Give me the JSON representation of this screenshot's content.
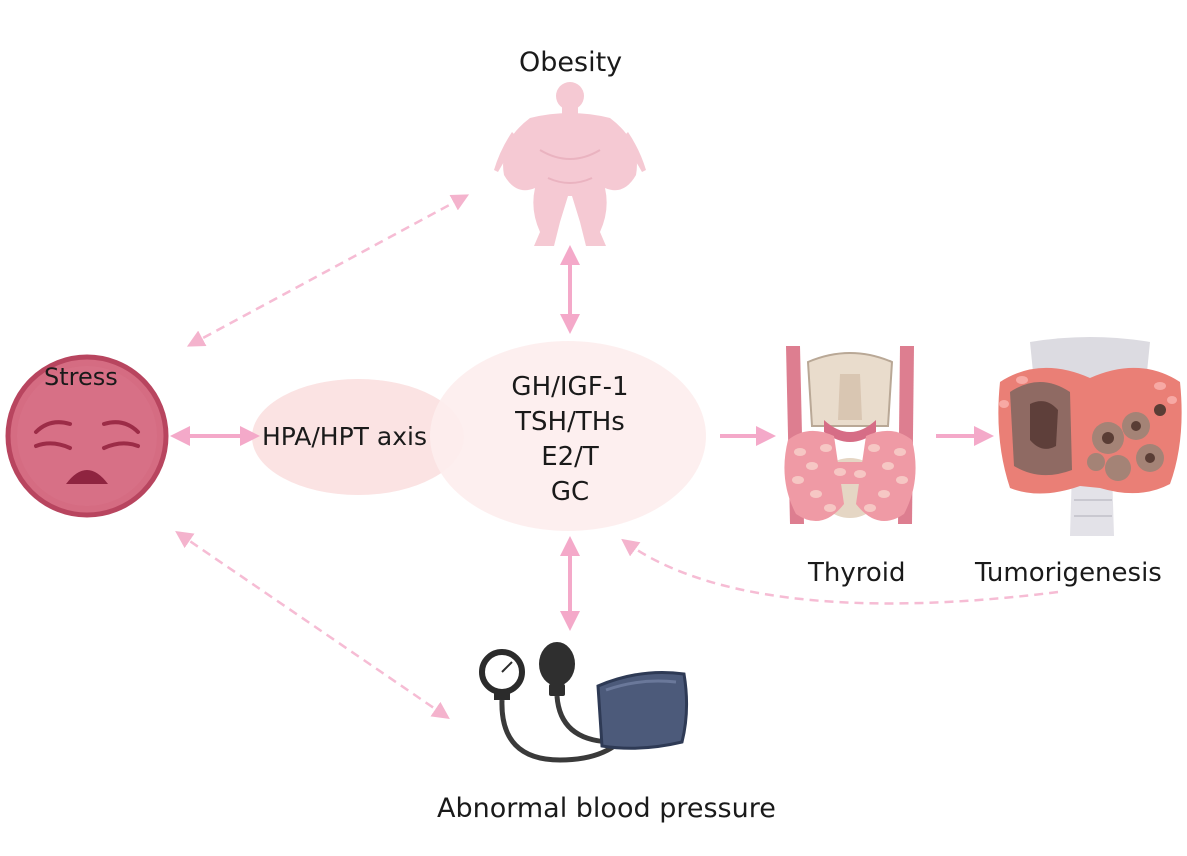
{
  "nodes": {
    "obesity": "Obesity",
    "stress": "Stress",
    "hpa_hpt": "HPA/HPT axis",
    "hormones": [
      "GH/IGF-1",
      "TSH/THs",
      "E2/T",
      "GC"
    ],
    "thyroid": "Thyroid",
    "tumorigenesis": "Tumorigenesis",
    "blood_pressure": "Abnormal blood pressure"
  },
  "edges": [
    {
      "from": "stress",
      "to": "obesity",
      "style": "dashed",
      "direction": "both"
    },
    {
      "from": "stress",
      "to": "blood_pressure",
      "style": "dashed",
      "direction": "both"
    },
    {
      "from": "stress",
      "to": "hpa_hpt",
      "style": "solid",
      "direction": "both"
    },
    {
      "from": "obesity",
      "to": "hormones",
      "style": "solid",
      "direction": "both"
    },
    {
      "from": "hormones",
      "to": "blood_pressure",
      "style": "solid",
      "direction": "both"
    },
    {
      "from": "hormones",
      "to": "thyroid",
      "style": "solid",
      "direction": "forward"
    },
    {
      "from": "thyroid",
      "to": "tumorigenesis",
      "style": "solid",
      "direction": "forward"
    },
    {
      "from": "tumorigenesis",
      "to": "hormones",
      "style": "dashed",
      "direction": "forward"
    }
  ],
  "icons": {
    "stress": "stressed-face-icon",
    "obesity": "obese-body-icon",
    "thyroid": "thyroid-gland-icon",
    "tumorigenesis": "thyroid-tumor-icon",
    "blood_pressure": "sphygmomanometer-icon"
  },
  "colors": {
    "arrow": "#f4a9c9",
    "ellipse": "#fce8e8",
    "face": "#d56c82",
    "face_outline": "#b8455f",
    "body": "#f5c9d3",
    "cuff": "#4c5a7a"
  }
}
